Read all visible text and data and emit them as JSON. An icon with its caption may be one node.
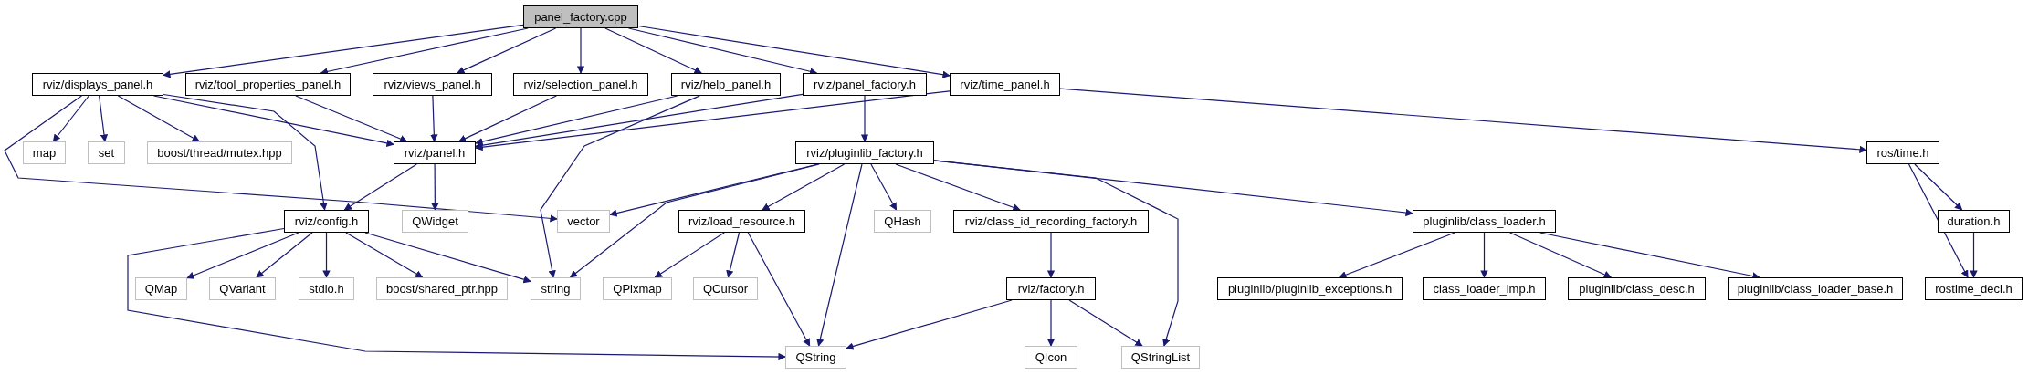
{
  "diagram": {
    "nodes": [
      {
        "text": [
          "panel_factory.cpp"
        ]
      },
      {
        "text": [
          "rviz/displays_panel.h"
        ]
      },
      {
        "text": [
          "rviz/tool_properties_panel.h"
        ]
      },
      {
        "text": [
          "rviz/views_panel.h"
        ]
      },
      {
        "text": [
          "rviz/selection_panel.h"
        ]
      },
      {
        "text": [
          "rviz/help_panel.h"
        ]
      },
      {
        "text": [
          "rviz/panel_factory.h"
        ]
      },
      {
        "text": [
          "rviz/time_panel.h"
        ]
      },
      {
        "text": [
          "map"
        ]
      },
      {
        "text": [
          "set"
        ]
      },
      {
        "text": [
          "boost/thread/mutex.hpp"
        ]
      },
      {
        "text": [
          "rviz/panel.h"
        ]
      },
      {
        "text": [
          "rviz/pluginlib_factory.h"
        ]
      },
      {
        "text": [
          "ros/time.h"
        ]
      },
      {
        "text": [
          "rviz/config.h"
        ]
      },
      {
        "text": [
          "QWidget"
        ]
      },
      {
        "text": [
          "vector"
        ]
      },
      {
        "text": [
          "rviz/load_resource.h"
        ]
      },
      {
        "text": [
          "QHash"
        ]
      },
      {
        "text": [
          "rviz/class_id_recording_factory.h"
        ]
      },
      {
        "text": [
          "pluginlib/class_loader.h"
        ]
      },
      {
        "text": [
          "duration.h"
        ]
      },
      {
        "text": [
          "QMap"
        ]
      },
      {
        "text": [
          "QVariant"
        ]
      },
      {
        "text": [
          "stdio.h"
        ]
      },
      {
        "text": [
          "boost/shared_ptr.hpp"
        ]
      },
      {
        "text": [
          "string"
        ]
      },
      {
        "text": [
          "QPixmap"
        ]
      },
      {
        "text": [
          "QCursor"
        ]
      },
      {
        "text": [
          "rviz/factory.h"
        ]
      },
      {
        "text": [
          "pluginlib/pluginlib_exceptions.h"
        ]
      },
      {
        "text": [
          "class_loader_imp.h"
        ]
      },
      {
        "text": [
          "pluginlib/class_desc.h"
        ]
      },
      {
        "text": [
          "pluginlib/class_loader_base.h"
        ]
      },
      {
        "text": [
          "rostime_decl.h"
        ]
      },
      {
        "text": [
          "QString"
        ]
      },
      {
        "text": [
          "QIcon"
        ]
      },
      {
        "text": [
          "QStringList"
        ]
      }
    ],
    "edges": [
      {
        "from": 0,
        "to": 1,
        "arrow": "to"
      },
      {
        "from": 0,
        "to": 2,
        "arrow": "to"
      },
      {
        "from": 0,
        "to": 3,
        "arrow": "to"
      },
      {
        "from": 0,
        "to": 4,
        "arrow": "to"
      },
      {
        "from": 0,
        "to": 5,
        "arrow": "to"
      },
      {
        "from": 0,
        "to": 6,
        "arrow": "to"
      },
      {
        "from": 0,
        "to": 7,
        "arrow": "to"
      },
      {
        "from": 1,
        "to": 8,
        "arrow": "to"
      },
      {
        "from": 1,
        "to": 9,
        "arrow": "to"
      },
      {
        "from": 1,
        "to": 10,
        "arrow": "to"
      },
      {
        "from": 1,
        "to": 11,
        "arrow": "to"
      },
      {
        "from": 1,
        "to": 14,
        "arrow": "to"
      },
      {
        "from": 1,
        "to": 16,
        "arrow": "to"
      },
      {
        "from": 2,
        "to": 11,
        "arrow": "to"
      },
      {
        "from": 3,
        "to": 11,
        "arrow": "to"
      },
      {
        "from": 4,
        "to": 11,
        "arrow": "to"
      },
      {
        "from": 5,
        "to": 11,
        "arrow": "to"
      },
      {
        "from": 5,
        "to": 26,
        "arrow": "to"
      },
      {
        "from": 6,
        "to": 11,
        "arrow": "to"
      },
      {
        "from": 6,
        "to": 12,
        "arrow": "to"
      },
      {
        "from": 7,
        "to": 11,
        "arrow": "to"
      },
      {
        "from": 7,
        "to": 13,
        "arrow": "to"
      },
      {
        "from": 11,
        "to": 14,
        "arrow": "to"
      },
      {
        "from": 11,
        "to": 15,
        "arrow": "to"
      },
      {
        "from": 12,
        "to": 16,
        "arrow": "to"
      },
      {
        "from": 12,
        "to": 26,
        "arrow": "to"
      },
      {
        "from": 12,
        "to": 17,
        "arrow": "to"
      },
      {
        "from": 12,
        "to": 35,
        "arrow": "to"
      },
      {
        "from": 12,
        "to": 18,
        "arrow": "to"
      },
      {
        "from": 12,
        "to": 19,
        "arrow": "to"
      },
      {
        "from": 12,
        "to": 37,
        "arrow": "to"
      },
      {
        "from": 12,
        "to": 20,
        "arrow": "to"
      },
      {
        "from": 13,
        "to": 21,
        "arrow": "to"
      },
      {
        "from": 13,
        "to": 34,
        "arrow": "to"
      },
      {
        "from": 21,
        "to": 34,
        "arrow": "to"
      },
      {
        "from": 14,
        "to": 22,
        "arrow": "to"
      },
      {
        "from": 14,
        "to": 23,
        "arrow": "to"
      },
      {
        "from": 14,
        "to": 24,
        "arrow": "to"
      },
      {
        "from": 14,
        "to": 25,
        "arrow": "to"
      },
      {
        "from": 14,
        "to": 26,
        "arrow": "to"
      },
      {
        "from": 14,
        "to": 35,
        "arrow": "to"
      },
      {
        "from": 17,
        "to": 27,
        "arrow": "to"
      },
      {
        "from": 17,
        "to": 28,
        "arrow": "to"
      },
      {
        "from": 17,
        "to": 35,
        "arrow": "to"
      },
      {
        "from": 19,
        "to": 29,
        "arrow": "to"
      },
      {
        "from": 29,
        "to": 35,
        "arrow": "to"
      },
      {
        "from": 29,
        "to": 36,
        "arrow": "to"
      },
      {
        "from": 29,
        "to": 37,
        "arrow": "to"
      },
      {
        "from": 20,
        "to": 30,
        "arrow": "to"
      },
      {
        "from": 20,
        "to": 31,
        "arrow": "to"
      },
      {
        "from": 20,
        "to": 32,
        "arrow": "to"
      },
      {
        "from": 20,
        "to": 33,
        "arrow": "to"
      }
    ]
  }
}
